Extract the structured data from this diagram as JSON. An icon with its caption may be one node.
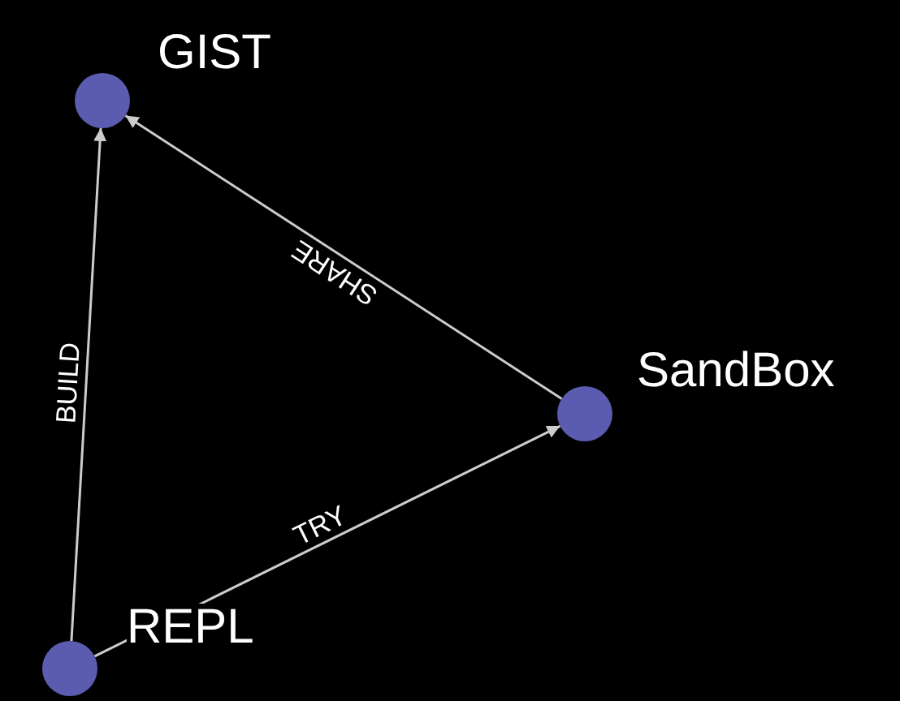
{
  "diagram": {
    "nodes": [
      {
        "text": [
          "GIST"
        ]
      },
      {
        "text": [
          "SandBox"
        ]
      },
      {
        "text": [
          "REPL"
        ]
      }
    ],
    "edges": [
      {
        "from": 1,
        "to": 0,
        "arrow": "to",
        "label": "SHARE"
      },
      {
        "from": 2,
        "to": 0,
        "arrow": "to",
        "label": "BUILD"
      },
      {
        "from": 2,
        "to": 1,
        "arrow": "to",
        "label": "TRY"
      }
    ]
  }
}
